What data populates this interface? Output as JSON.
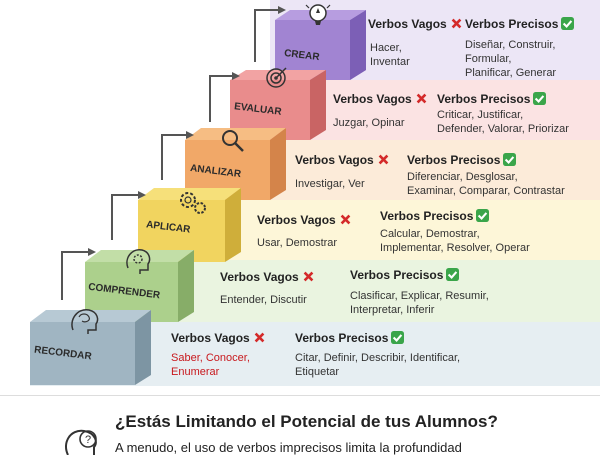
{
  "levels": [
    {
      "id": "crear",
      "label": "CREAR",
      "vague_head": "Verbos Vagos",
      "precise_head": "Verbos Precisos",
      "vague": [
        "Hacer,",
        "Inventar"
      ],
      "precise": [
        "Diseñar, Construir,",
        "Formular,",
        "Planificar, Generar"
      ],
      "icon": "rocket-lightbulb-icon",
      "colors": {
        "band": "#ece6f6",
        "top": "#b79de0",
        "front": "#a184d2",
        "side": "#7c5fb6"
      }
    },
    {
      "id": "evaluar",
      "label": "EVALUAR",
      "vague_head": "Verbos Vagos",
      "precise_head": "Verbos Precisos",
      "vague": [
        "Juzgar, Opinar"
      ],
      "precise": [
        "Criticar, Justificar,",
        "Defender, Valorar, Priorizar"
      ],
      "icon": "target-icon",
      "colors": {
        "band": "#fbe3e3",
        "top": "#f2a3a3",
        "front": "#e98c8c",
        "side": "#c96464"
      }
    },
    {
      "id": "analizar",
      "label": "ANALIZAR",
      "vague_head": "Verbos Vagos",
      "precise_head": "Verbos Precisos",
      "vague": [
        "Investigar, Ver"
      ],
      "precise": [
        "Diferenciar, Desglosar,",
        "Examinar, Comparar, Contrastar"
      ],
      "icon": "magnifier-icon",
      "colors": {
        "band": "#fcebd9",
        "top": "#f6bd83",
        "front": "#f1a868",
        "side": "#d4844a"
      }
    },
    {
      "id": "aplicar",
      "label": "APLICAR",
      "vague_head": "Verbos Vagos",
      "precise_head": "Verbos Precisos",
      "vague": [
        "Usar, Demostrar"
      ],
      "precise": [
        "Calcular, Demostrar,",
        "Implementar, Resolver, Operar"
      ],
      "icon": "gears-icon",
      "colors": {
        "band": "#fdf6d8",
        "top": "#f6e07a",
        "front": "#f1d45f",
        "side": "#cfae3a"
      }
    },
    {
      "id": "comprender",
      "label": "COMPRENDER",
      "vague_head": "Verbos Vagos",
      "precise_head": "Verbos Precisos",
      "vague": [
        "Entender, Discutir"
      ],
      "precise": [
        "Clasificar, Explicar, Resumir,",
        "Interpretar, Inferir"
      ],
      "icon": "head-gear-icon",
      "colors": {
        "band": "#eaf4e0",
        "top": "#c2dea7",
        "front": "#acd08c",
        "side": "#87ad68"
      }
    },
    {
      "id": "recordar",
      "label": "RECORDAR",
      "vague_head": "Verbos Vagos",
      "precise_head": "Verbos Precisos",
      "vague": [
        "Saber, Conocer,",
        "Enumerar"
      ],
      "vague_color": "#c8191e",
      "precise": [
        "Citar, Definir, Describir, Identificar,",
        "Etiquetar"
      ],
      "icon": "brain-icon",
      "colors": {
        "band": "#e6eef2",
        "top": "#b7c9d4",
        "front": "#a0b5c2",
        "side": "#7d95a3"
      }
    }
  ],
  "footer": {
    "title": "¿Estás Limitando el Potencial de tus Alumnos?",
    "subtitle": "A menudo, el uso de verbos imprecisos limita la profundidad",
    "icon": "head-question-icon"
  },
  "marks": {
    "cross": "cross-mark-icon",
    "check": "check-mark-icon",
    "cross_color": "#d42a2a",
    "check_color": "#3aa54a"
  }
}
